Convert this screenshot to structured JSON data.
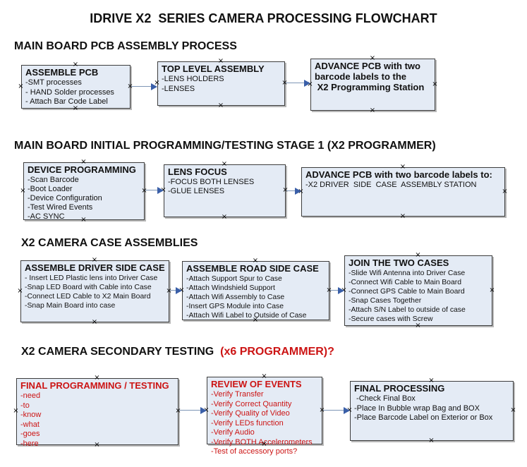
{
  "title": "IDRIVE X2  SERIES CAMERA PROCESSING FLOWCHART",
  "icons": {
    "anchor_glyph": "×"
  },
  "colors": {
    "box_fill": "#e4ebf5",
    "box_border": "#3d3d3d",
    "red_text": "#cc1414",
    "arrow_line": "#7e96b6",
    "arrow_head": "#3a5fa8"
  },
  "sections": [
    {
      "heading": [
        {
          "text": "MAIN BOARD PCB ASSEMBLY PROCESS",
          "color": "#111111"
        }
      ],
      "boxes": [
        {
          "title": "ASSEMBLE PCB",
          "lines": [
            "-SMT processes",
            "- HAND Solder processes",
            "- Attach Bar Code Label"
          ]
        },
        {
          "title": "TOP LEVEL ASSEMBLY",
          "lines": [
            "-LENS HOLDERS",
            "-LENSES"
          ]
        },
        {
          "title": "ADVANCE PCB with two\nbarcode labels to the\n X2 Programming Station",
          "lines": []
        }
      ]
    },
    {
      "heading": [
        {
          "text": "MAIN BOARD INITIAL PROGRAMMING/TESTING STAGE 1 (X2 PROGRAMMER)",
          "color": "#111111"
        }
      ],
      "boxes": [
        {
          "title": "DEVICE PROGRAMMING",
          "lines": [
            "-Scan Barcode",
            "-Boot Loader",
            "-Device Configuration",
            "-Test Wired Events",
            "-AC SYNC"
          ]
        },
        {
          "title": "LENS FOCUS",
          "lines": [
            "-FOCUS BOTH LENSES",
            "-GLUE LENSES"
          ]
        },
        {
          "title": "ADVANCE PCB with two barcode labels to:",
          "lines": [
            "-X2 DRIVER  SIDE  CASE  ASSEMBLY STATION"
          ]
        }
      ]
    },
    {
      "heading": [
        {
          "text": "X2 CAMERA CASE ASSEMBLIES",
          "color": "#111111"
        }
      ],
      "boxes": [
        {
          "title": "ASSEMBLE DRIVER SIDE CASE",
          "lines": [
            "- Insert LED Plastic lens into Driver Case",
            "-Snap LED Board with Cable into Case",
            "-Connect LED Cable to X2 Main Board",
            "-Snap Main Board into case"
          ]
        },
        {
          "title": "ASSEMBLE ROAD SIDE CASE",
          "lines": [
            "-Attach Support Spur to Case",
            "-Attach Windshield Support",
            "-Attach Wifi Assembly to Case",
            "-Insert GPS Module into Case",
            "-Attach Wifi Label to Outside of Case"
          ]
        },
        {
          "title": "JOIN THE TWO CASES",
          "lines": [
            "-Slide Wifi Antenna into Driver Case",
            "-Connect Wifi Cable to Main Board",
            "-Connect GPS Cable to Main Board",
            "-Snap Cases Together",
            "-Attach S/N Label to outside of case",
            "-Secure cases with Screw"
          ]
        }
      ]
    },
    {
      "heading": [
        {
          "text": "X2 CAMERA SECONDARY TESTING ",
          "color": "#111111"
        },
        {
          "text": " (x6 PROGRAMMER)?",
          "color": "#cc1414"
        }
      ],
      "boxes": [
        {
          "title": "FINAL PROGRAMMING / TESTING",
          "text_color": "#cc1414",
          "lines": [
            "-need",
            "-to",
            "-know",
            "-what",
            "-goes",
            "-here"
          ]
        },
        {
          "title": "REVIEW OF EVENTS",
          "text_color": "#cc1414",
          "lines": [
            "-Verify Transfer",
            "-Verify Correct Quantity",
            "-Verify Quality of Video",
            "-Verify LEDs function",
            "-Verify Audio",
            "-Verify BOTH Accelerometers",
            "-Test of accessory ports?"
          ]
        },
        {
          "title": "FINAL PROCESSING",
          "lines": [
            " -Check Final Box",
            "-Place In Bubble wrap Bag and BOX",
            "-Place Barcode Label on Exterior or Box"
          ]
        }
      ]
    }
  ]
}
